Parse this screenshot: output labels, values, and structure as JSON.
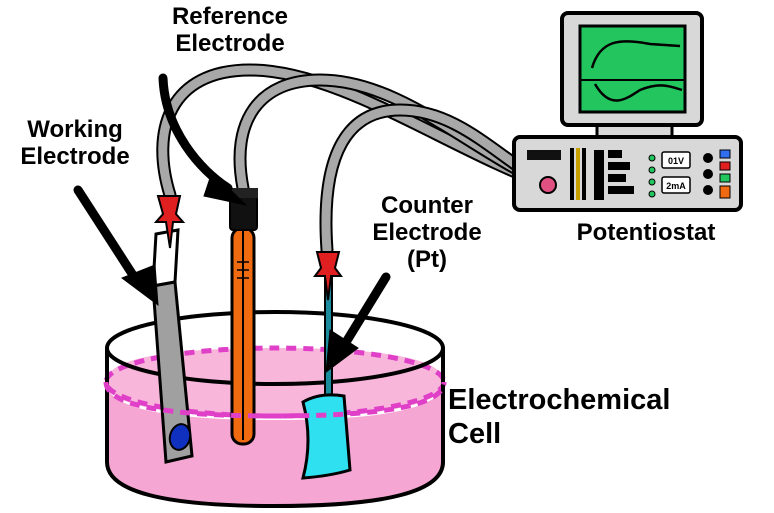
{
  "labels": {
    "reference": [
      "Reference",
      "Electrode"
    ],
    "working": [
      "Working",
      "Electrode"
    ],
    "counter": [
      "Counter",
      "Electrode",
      "(Pt)"
    ],
    "potentiostat": "Potentiostat",
    "cell": [
      "Electrochemical",
      "Cell"
    ]
  },
  "potentiostat_panel": {
    "voltage_readout": "01V",
    "current_readout": "2mA"
  },
  "colors": {
    "solution": "#f5a6d2",
    "solution_level": "#e040c8",
    "screen": "#22c55e",
    "clip": "#e02020",
    "reference_body": "#f06a10",
    "counter_foil": "#2ee0f0",
    "working_strip": "#a0a0a0",
    "working_spot": "#1030c0",
    "cable": "#a8a8a8"
  }
}
